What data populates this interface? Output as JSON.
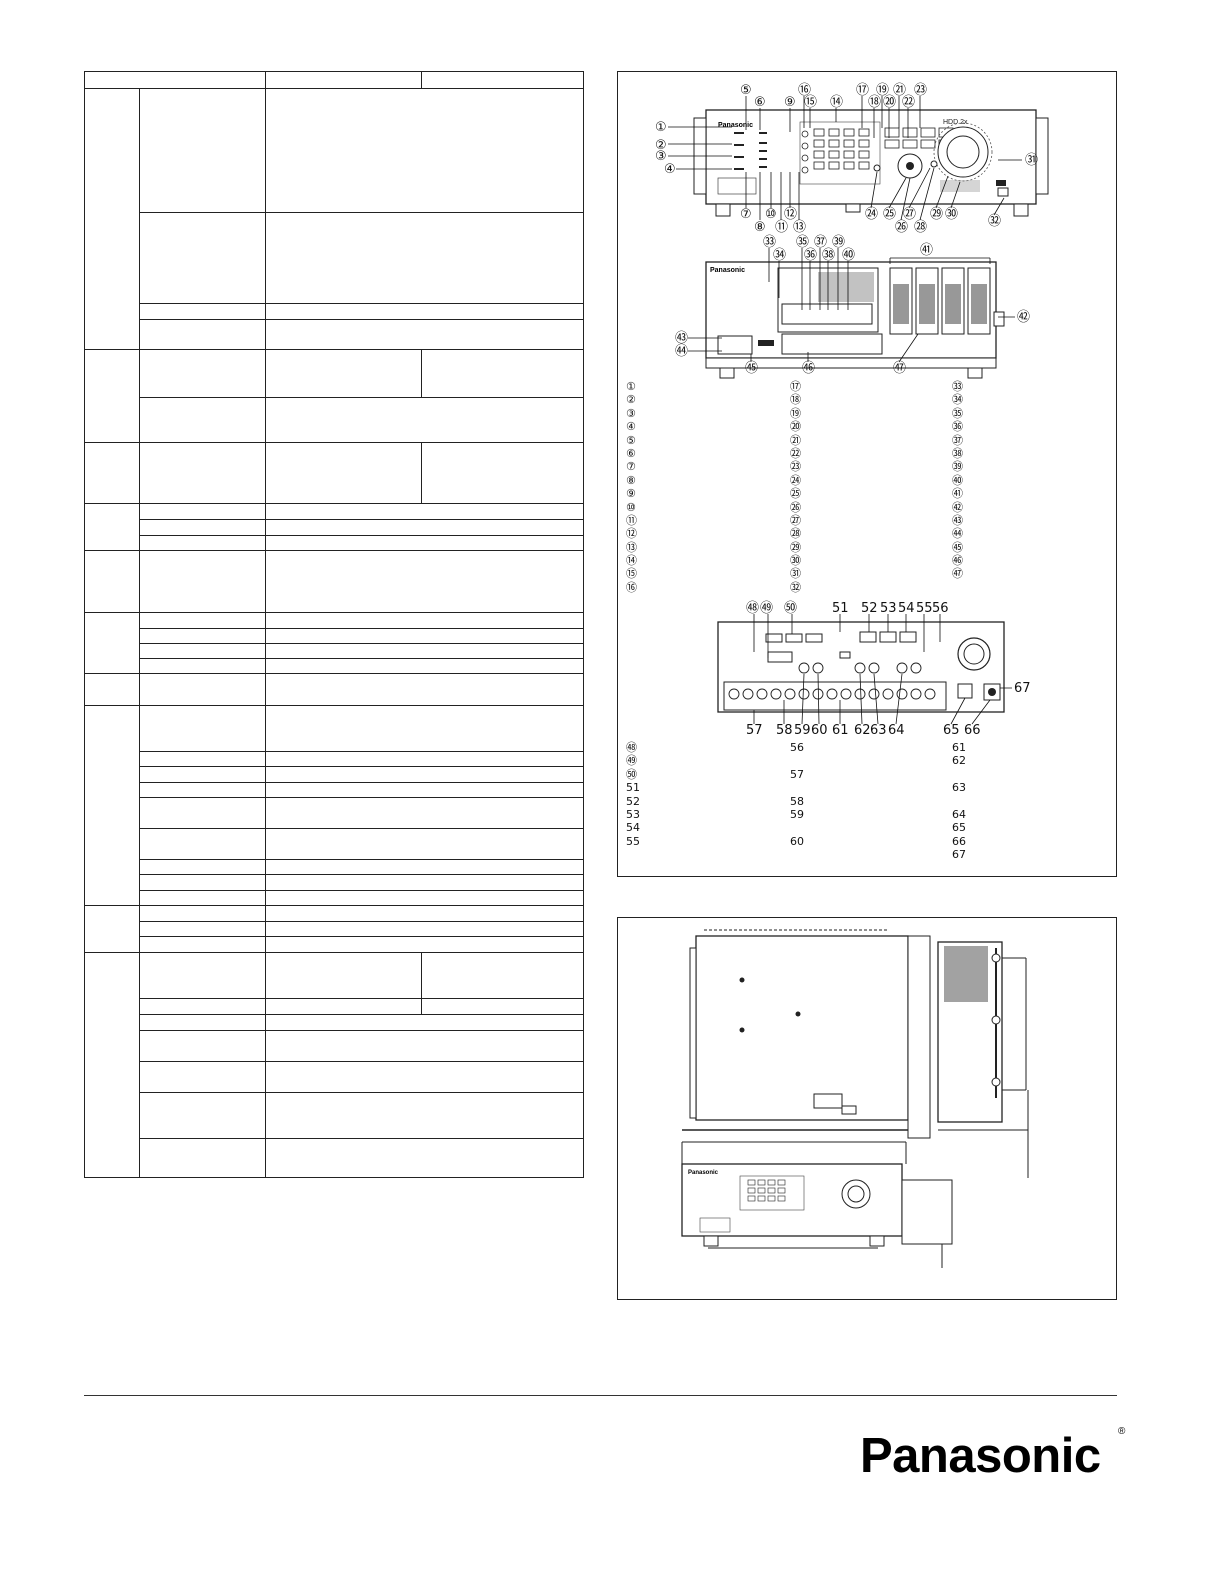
{
  "page": {
    "background": "#ffffff",
    "line_color": "#222222"
  },
  "brand": {
    "name": "Panasonic",
    "registered_mark": "®"
  },
  "front_callouts": [
    "①",
    "②",
    "③",
    "④",
    "⑤",
    "⑥",
    "⑦",
    "⑧",
    "⑨",
    "⑩",
    "⑪",
    "⑫",
    "⑬",
    "⑭",
    "⑮",
    "⑯",
    "⑰",
    "⑱",
    "⑲",
    "⑳",
    "㉑",
    "㉒",
    "㉓",
    "㉔",
    "㉕",
    "㉖",
    "㉗",
    "㉘",
    "㉙",
    "㉚",
    "㉛",
    "㉜"
  ],
  "open_callouts": [
    "㉝",
    "㉞",
    "㉟",
    "㊱",
    "㊲",
    "㊳",
    "㊴",
    "㊵",
    "㊶",
    "㊷",
    "㊸",
    "㊹",
    "㊺",
    "㊻",
    "㊼"
  ],
  "rear_callouts": [
    "㊽",
    "㊾",
    "㊿",
    "51",
    "52",
    "53",
    "54",
    "55",
    "56",
    "57",
    "58",
    "59",
    "60",
    "61",
    "62",
    "63",
    "64",
    "65",
    "66",
    "67"
  ],
  "legend_col1": [
    "①",
    "②",
    "③",
    "④",
    "⑤",
    "⑥",
    "⑦",
    "⑧",
    "⑨",
    "⑩",
    "⑪",
    "⑫",
    "⑬",
    "⑭",
    "⑮",
    "⑯"
  ],
  "legend_col2": [
    "⑰",
    "⑱",
    "⑲",
    "⑳",
    "㉑",
    "㉒",
    "㉓",
    "㉔",
    "㉕",
    "㉖",
    "㉗",
    "㉘",
    "㉙",
    "㉚",
    "㉛",
    "㉜"
  ],
  "legend_col3": [
    "㉝",
    "㉞",
    "㉟",
    "㊱",
    "㊲",
    "㊳",
    "㊴",
    "㊵",
    "㊶",
    "㊷",
    "㊸",
    "㊹",
    "㊺",
    "㊻",
    "㊼"
  ],
  "rear_legend_col1": [
    "㊽",
    "㊾",
    "㊿",
    "51",
    "52",
    "53",
    "54",
    "55"
  ],
  "rear_legend_col2": [
    "56",
    "",
    "57",
    "",
    "58",
    "59",
    "",
    "60"
  ],
  "rear_legend_col3": [
    "61",
    "62",
    "",
    "63",
    "",
    "64",
    "65",
    "66",
    "67"
  ],
  "device_label": "Panasonic"
}
